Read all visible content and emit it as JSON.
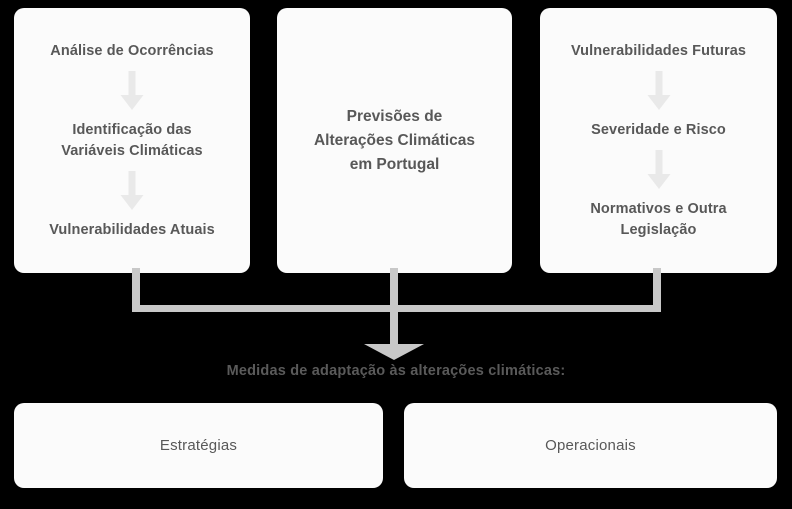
{
  "diagram": {
    "title_caption": "Medidas de adaptação às alterações climáticas:",
    "background_color": "#000000",
    "card_color": "#fbfbfb",
    "text_color": "#585858",
    "connector_color": "#c8c8c8",
    "inner_arrow_color": "#e9e9e9"
  },
  "columns": {
    "left": {
      "steps": [
        {
          "label": "Análise de Ocorrências"
        },
        {
          "label": "Identificação das\nVariáveis Climáticas"
        },
        {
          "label": "Vulnerabilidades Atuais"
        }
      ],
      "arrows": [
        {
          "name": "down-arrow-icon"
        },
        {
          "name": "down-arrow-icon"
        }
      ]
    },
    "middle": {
      "steps": [
        {
          "label": "Previsões de\nAlterações Climáticas\nem Portugal"
        }
      ]
    },
    "right": {
      "steps": [
        {
          "label": "Vulnerabilidades Futuras"
        },
        {
          "label": "Severidade e Risco"
        },
        {
          "label": "Normativos e Outra\nLegislação"
        }
      ],
      "arrows": [
        {
          "name": "down-arrow-icon"
        },
        {
          "name": "down-arrow-icon"
        }
      ]
    }
  },
  "outcomes": [
    {
      "label": "Estratégias"
    },
    {
      "label": "Operacionais"
    }
  ]
}
